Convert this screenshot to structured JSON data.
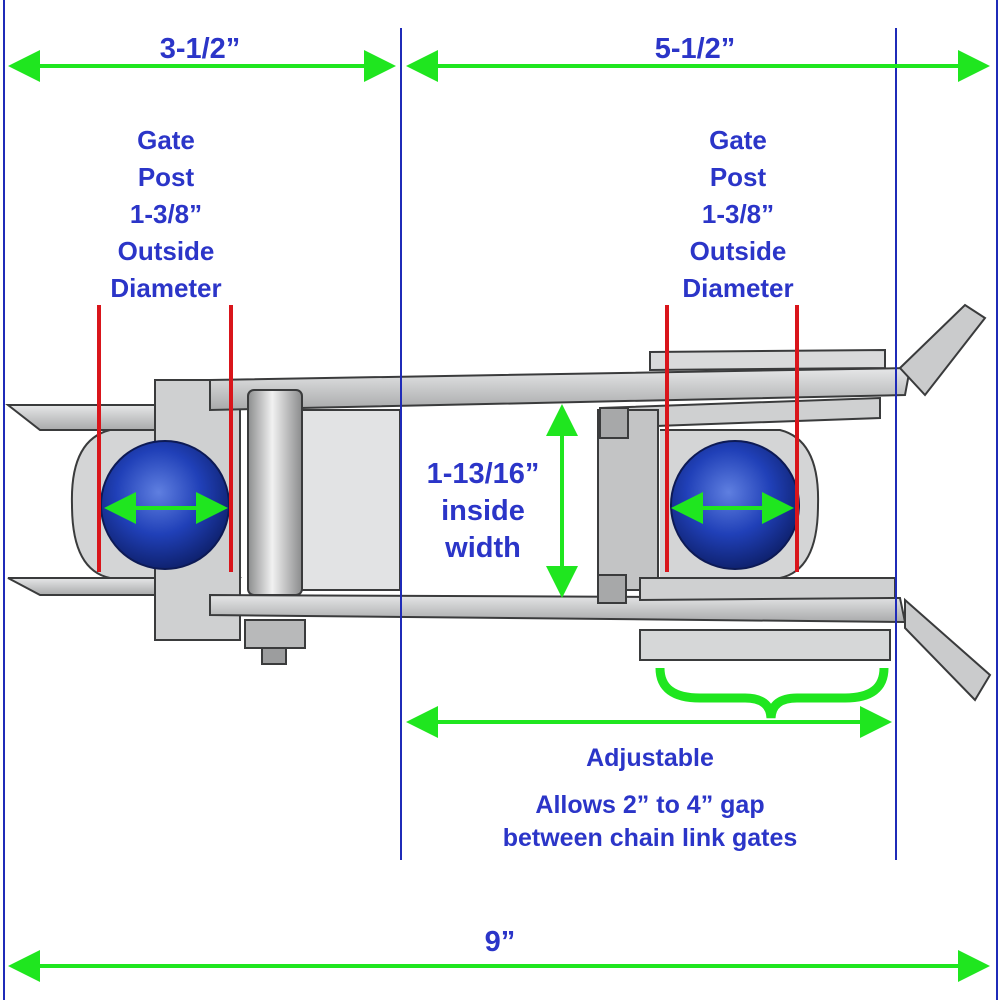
{
  "dimensions": {
    "left_span": "3-1/2”",
    "right_span": "5-1/2”",
    "total_span": "9”",
    "inside_width": [
      "1-13/16”",
      "inside",
      "width"
    ]
  },
  "left_post": [
    "Gate",
    "Post",
    "1-3/8”",
    "Outside",
    "Diameter"
  ],
  "right_post": [
    "Gate",
    "Post",
    "1-3/8”",
    "Outside",
    "Diameter"
  ],
  "adjustable": {
    "title": "Adjustable",
    "line1": "Allows 2” to 4” gap",
    "line2": "between chain link gates"
  },
  "colors": {
    "dimension_arrow": "#1fe61f",
    "guide_line": "#1f2bb8",
    "post_diameter_line": "#d9151b",
    "label_text": "#2b35c8",
    "metal": "#c9cacb",
    "post_cap": "#1f3cb4"
  }
}
